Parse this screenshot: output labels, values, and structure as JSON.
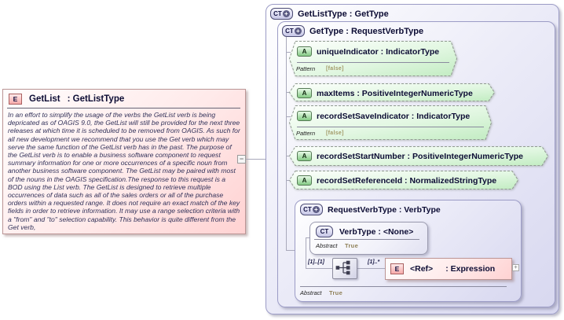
{
  "colors": {
    "container_fill": "#d8d8f0",
    "container_border": "#9c9cc6",
    "attribute_fill": "#c6eec6",
    "attribute_border": "#96a096",
    "element_fill": "#ffd2d2",
    "element_border": "#bb9595",
    "facet_value_color": "#a39a68"
  },
  "getlist_element": {
    "icon": "E",
    "name": "GetList",
    "type_suffix": ": GetListType",
    "description": "In an effort to simplify the usage of the verbs the GetList verb is being depricated as of OAGIS 9.0, the GetList will still be provided for the next three releases at which time it is scheduled to be removed from OAGIS. As such for all new development we recommend that you use the Get verb which may serve the same function of the GetList verb has in the past. The purpose of the GetList verb is to enable a business software component to request summary information for one or more occurrences of a specific noun from another business software component. The GetList may be paired with most of the nouns in the OAGIS specification.The response to this request is a BOD using the List verb. The GetList is designed to retrieve multiple occurrences of data such as all of the sales orders or all of the purchase orders within a requested range. It does not require an exact match of the key fields in order to retrieve information. It may use a range selection criteria with a \"from\" and \"to\" selection capability. This behavior is quite different from the Get verb,"
  },
  "outer_container": {
    "icon": "CT",
    "title": "GetListType : GetType"
  },
  "gettype_container": {
    "icon": "CT",
    "title": "GetType : RequestVerbType"
  },
  "attributes": [
    {
      "icon": "A",
      "title": "uniqueIndicator : IndicatorType",
      "facet_label": "Pattern",
      "facet_value": "[false]"
    },
    {
      "icon": "A",
      "title": "maxItems : PositiveIntegerNumericType"
    },
    {
      "icon": "A",
      "title": "recordSetSaveIndicator : IndicatorType",
      "facet_label": "Pattern",
      "facet_value": "[false]"
    },
    {
      "icon": "A",
      "title": "recordSetStartNumber : PositiveIntegerNumericType"
    },
    {
      "icon": "A",
      "title": "recordSetReferenceId : NormalizedStringType"
    }
  ],
  "requestverb_container": {
    "icon": "CT",
    "title": "RequestVerbType : VerbType",
    "abstract_label": "Abstract",
    "abstract_value": "True"
  },
  "verbtype_box": {
    "icon": "CT",
    "title": "VerbType : <None>",
    "abstract_label": "Abstract",
    "abstract_value": "True"
  },
  "sequence": {
    "left_cardinality": "[1]..[1]",
    "right_cardinality": "[1]..*"
  },
  "ref_element": {
    "icon": "E",
    "name": "<Ref>",
    "type_suffix": ": Expression"
  },
  "controls": {
    "collapse_glyph": "−",
    "expand_glyph": "+"
  }
}
